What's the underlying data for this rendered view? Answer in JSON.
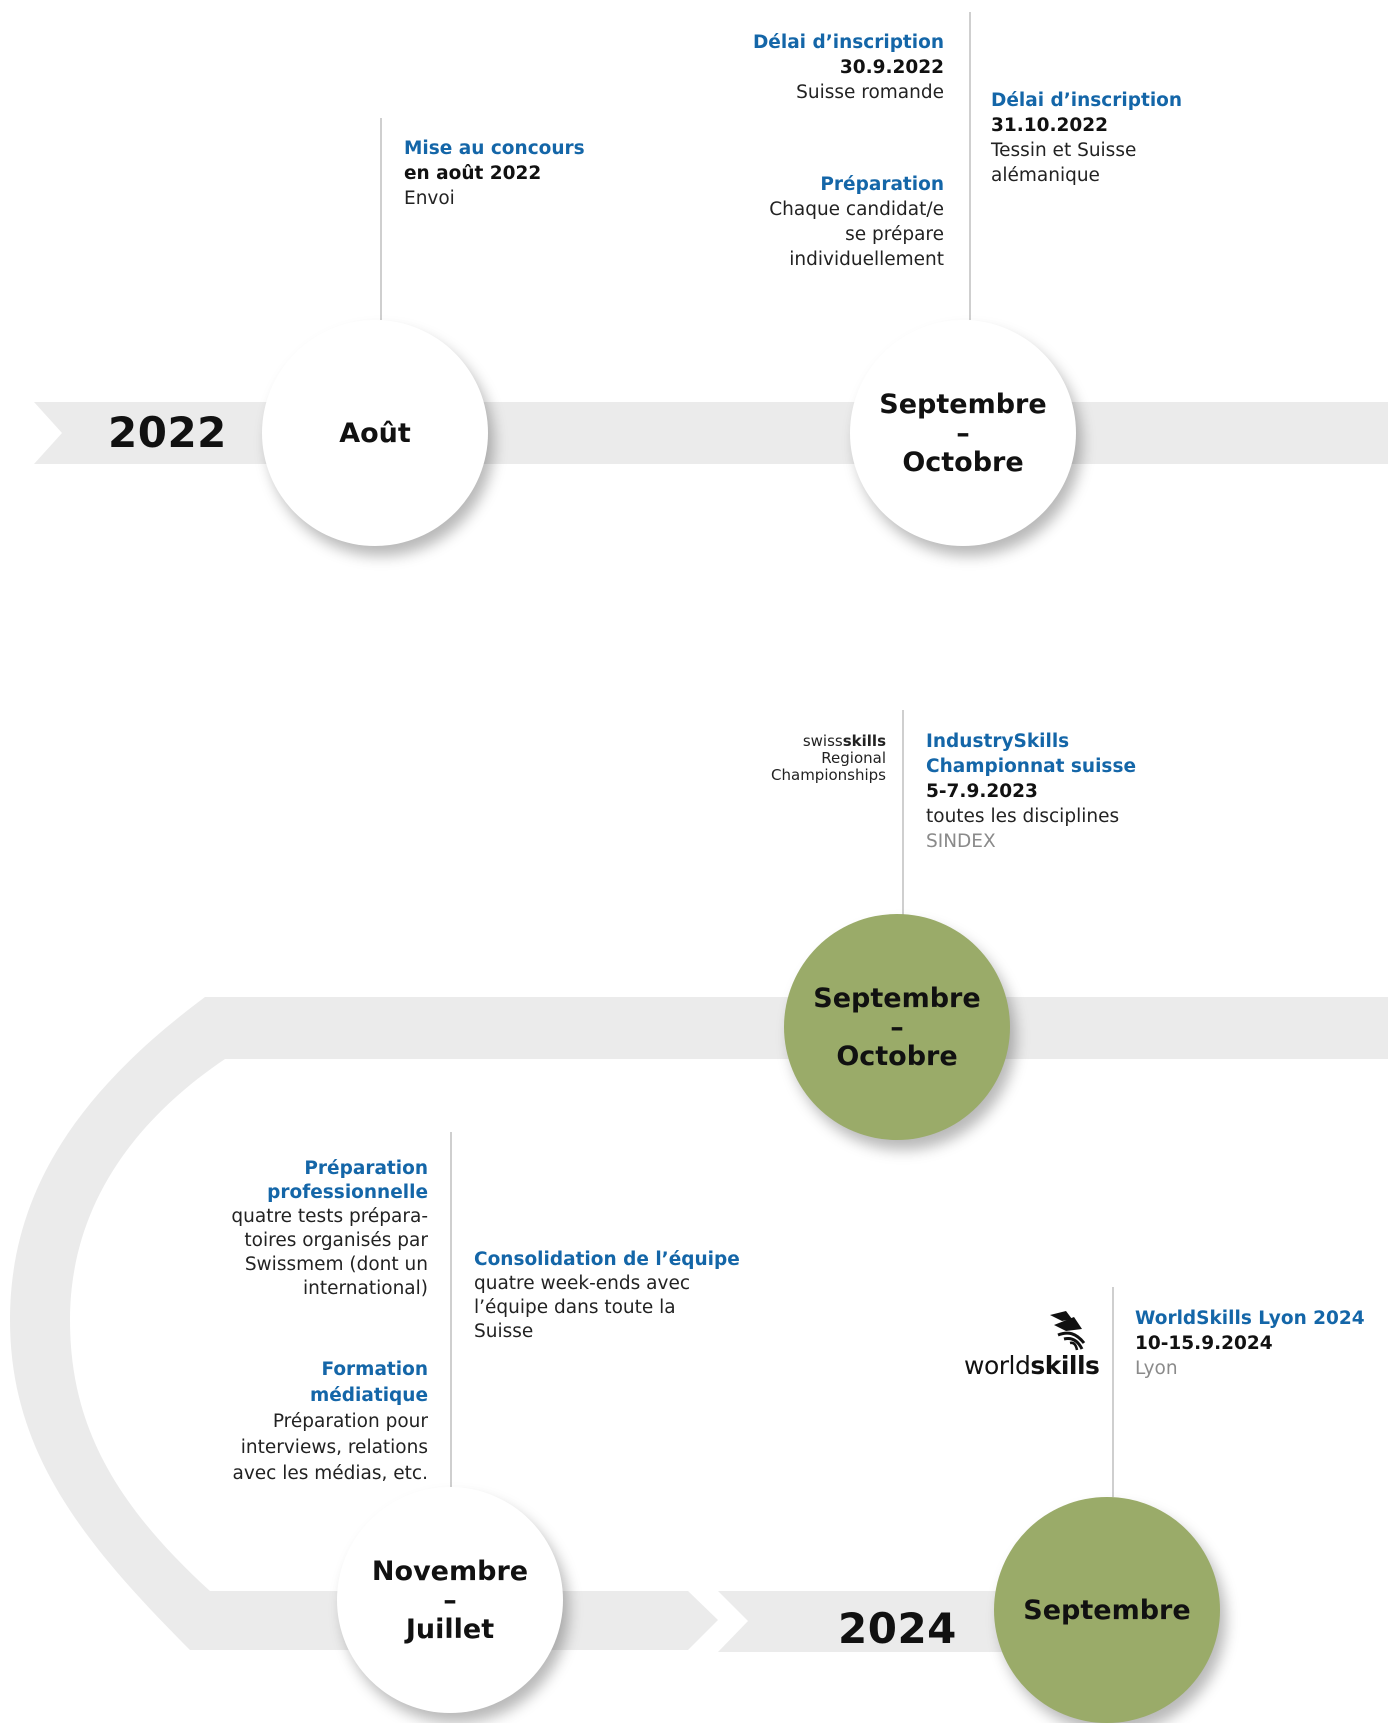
{
  "years": {
    "start": "2022",
    "end": "2024"
  },
  "milestones": [
    {
      "id": "aout",
      "label_lines": [
        "Août"
      ],
      "style": "white"
    },
    {
      "id": "sept-oct-2022",
      "label_lines": [
        "Septembre",
        "–",
        "Octobre"
      ],
      "style": "white"
    },
    {
      "id": "sept-oct-2023",
      "label_lines": [
        "Septembre",
        "–",
        "Octobre"
      ],
      "style": "green"
    },
    {
      "id": "nov-juil",
      "label_lines": [
        "Novembre",
        "–",
        "Juillet"
      ],
      "style": "white"
    },
    {
      "id": "sept-2024",
      "label_lines": [
        "Septembre"
      ],
      "style": "green"
    }
  ],
  "blocks": {
    "mise": {
      "title": "Mise au concours",
      "bold": "en août 2022",
      "text": [
        "Envoi"
      ]
    },
    "delai_romande": {
      "title": "Délai d’inscription",
      "bold": "30.9.2022",
      "text": [
        "Suisse romande"
      ]
    },
    "preparation": {
      "title": "Préparation",
      "text": [
        "Chaque candidat/e",
        "se prépare",
        "individuellement"
      ]
    },
    "delai_tessin": {
      "title": "Délai d’inscription",
      "bold": "31.10.2022",
      "text": [
        "Tessin et Suisse",
        "alémanique"
      ]
    },
    "industry": {
      "title_lines": [
        "IndustrySkills",
        "Championnat suisse"
      ],
      "bold": "5-7.9.2023",
      "text": [
        "toutes les disciplines"
      ],
      "grey": "SINDEX"
    },
    "prep_pro": {
      "title_lines": [
        "Préparation",
        "professionnelle"
      ],
      "text": [
        "quatre tests prépara-",
        "toires organisés par",
        "Swissmem (dont un",
        "international)"
      ]
    },
    "formation": {
      "title": "Formation médiatique",
      "text": [
        "Préparation pour",
        "interviews, relations",
        "avec les médias, etc."
      ]
    },
    "consolidation": {
      "title": "Consolidation de l’équipe",
      "text": [
        "quatre week-ends avec",
        "l’équipe dans toute la",
        "Suisse"
      ]
    },
    "worldskills": {
      "title": "WorldSkills Lyon 2024",
      "bold": "10-15.9.2024",
      "grey": "Lyon"
    }
  },
  "logos": {
    "swissskills": {
      "brand_light": "swiss",
      "brand_bold": "skills",
      "lines": [
        "Regional",
        "Championships"
      ]
    },
    "worldskills": {
      "light": "world",
      "bold": "skills"
    }
  },
  "colors": {
    "track": "#ebebeb",
    "accent_blue": "#1466a8",
    "milestone_green": "#9aab69",
    "grey_text": "#8a8a8a"
  }
}
